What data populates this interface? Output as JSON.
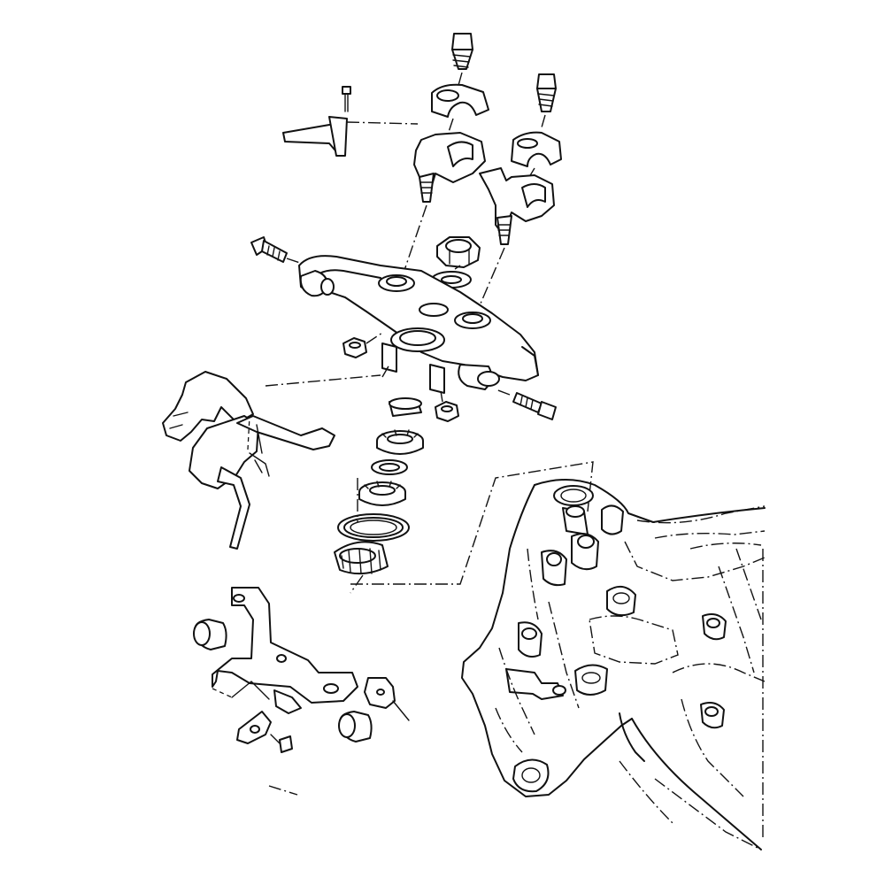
{
  "diagram": {
    "parts": [
      {
        "name": "handlebar-clamp-bolt-left",
        "icon": "bolt-icon"
      },
      {
        "name": "handlebar-clamp-bolt-right",
        "icon": "bolt-icon"
      },
      {
        "name": "upper-clamp-cap-left",
        "icon": "clamp-icon"
      },
      {
        "name": "upper-clamp-cap-right",
        "icon": "clamp-icon"
      },
      {
        "name": "lower-clamp-holder-left",
        "icon": "clamp-icon"
      },
      {
        "name": "lower-clamp-holder-right",
        "icon": "clamp-icon"
      },
      {
        "name": "cable-guide-bracket",
        "icon": "bracket-icon"
      },
      {
        "name": "small-screw",
        "icon": "screw-icon"
      },
      {
        "name": "upper-triple-clamp",
        "icon": "triple-clamp-icon"
      },
      {
        "name": "pinch-bolt-left",
        "icon": "bolt-icon"
      },
      {
        "name": "pinch-bolt-right",
        "icon": "bolt-icon"
      },
      {
        "name": "steering-stem-nut",
        "icon": "nut-icon"
      },
      {
        "name": "stem-washer",
        "icon": "washer-icon"
      },
      {
        "name": "ring-nut-upper",
        "icon": "ring-nut-icon"
      },
      {
        "name": "lock-washer",
        "icon": "washer-icon"
      },
      {
        "name": "ring-nut-lower",
        "icon": "ring-nut-icon"
      },
      {
        "name": "dust-seal",
        "icon": "seal-icon"
      },
      {
        "name": "taper-roller-bearing",
        "icon": "bearing-icon"
      },
      {
        "name": "wiring-harness-bracket",
        "icon": "bracket-icon"
      },
      {
        "name": "lower-mount-bracket",
        "icon": "bracket-icon"
      },
      {
        "name": "rubber-damper",
        "icon": "damper-icon"
      },
      {
        "name": "frame-head-pipe",
        "icon": "frame-icon"
      }
    ]
  }
}
